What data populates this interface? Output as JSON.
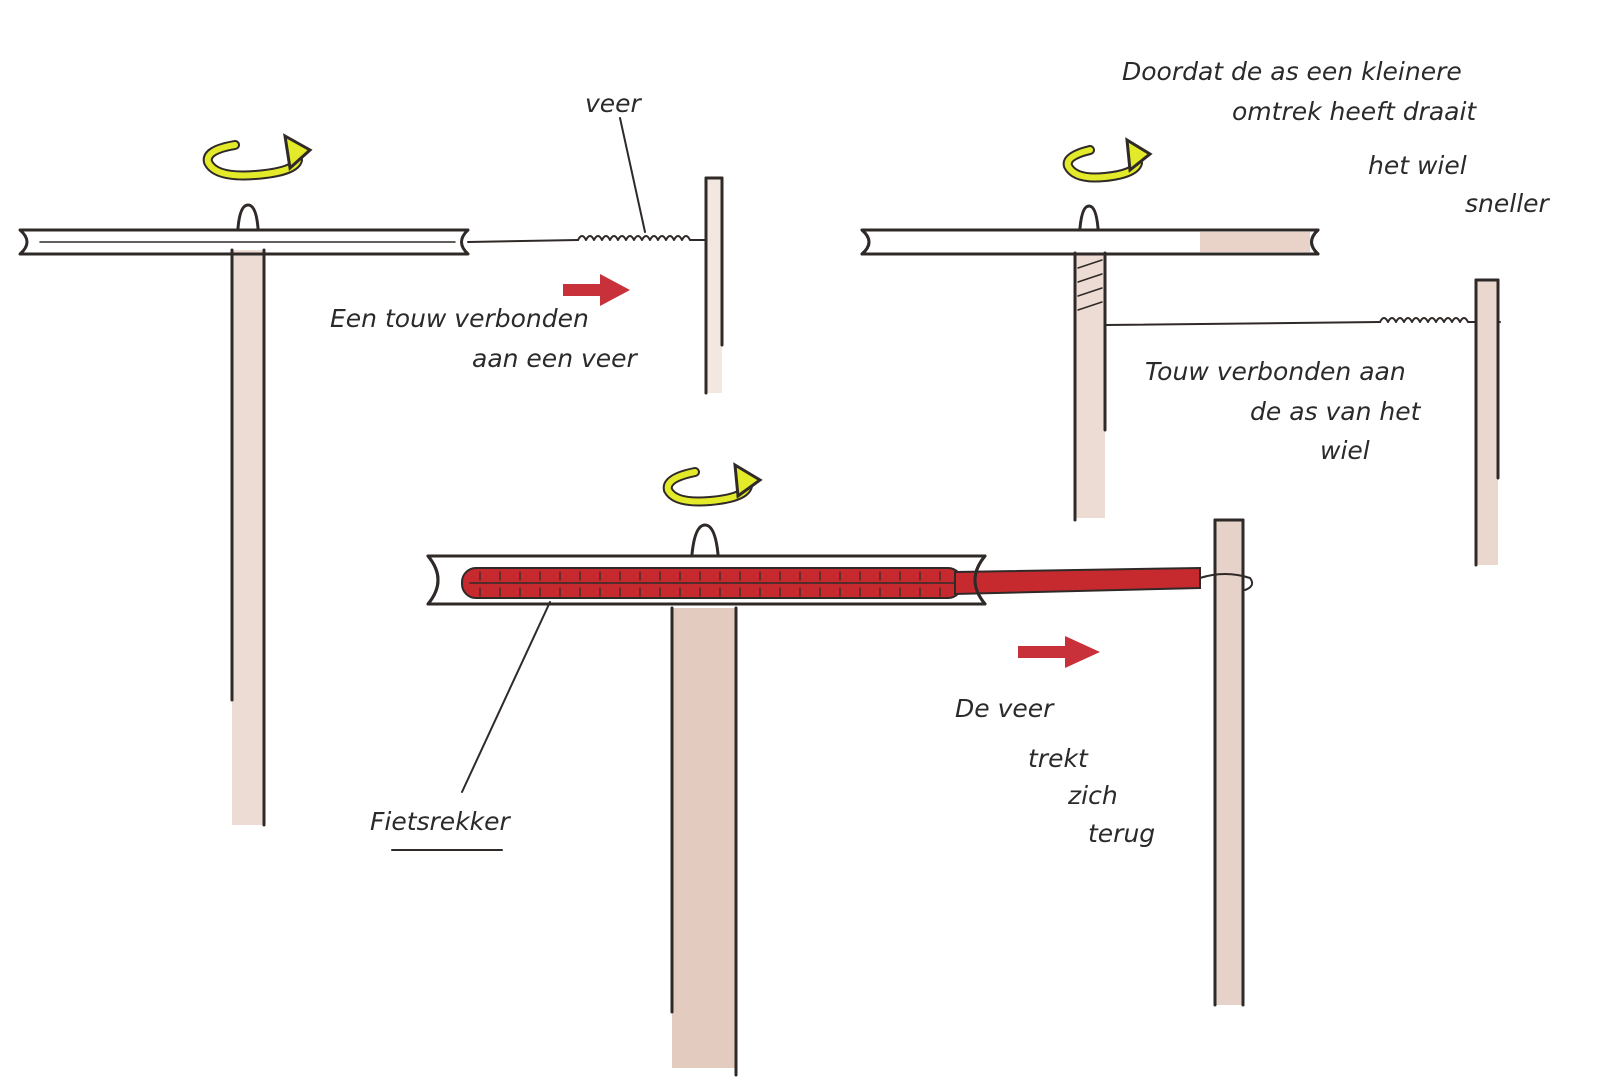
{
  "colors": {
    "ink": "#2f2a28",
    "pole_shade": "#d9c3b8",
    "arrow_red": "#c8303a",
    "rotation_arrow_yellow": "#e2ea2a",
    "band_red": "#c62a2f"
  },
  "labels": {
    "veer": "veer",
    "touw_veer_line1": "Een touw verbonden",
    "touw_veer_line2": "aan een veer",
    "note_line1": "Doordat de as een kleinere",
    "note_line2": "omtrek heeft draait",
    "note_line3": "het wiel",
    "note_line4": "sneller",
    "touw_as_line1": "Touw verbonden aan",
    "touw_as_line2": "de as van het",
    "touw_as_line3": "wiel",
    "fietsrekker": "Fietsrekker",
    "terug_line1": "De veer",
    "terug_line2": "trekt",
    "terug_line3": "zich",
    "terug_line4": "terug"
  },
  "icons": {
    "rotation": "curved-arrow-icon",
    "pull": "right-arrow-icon"
  }
}
